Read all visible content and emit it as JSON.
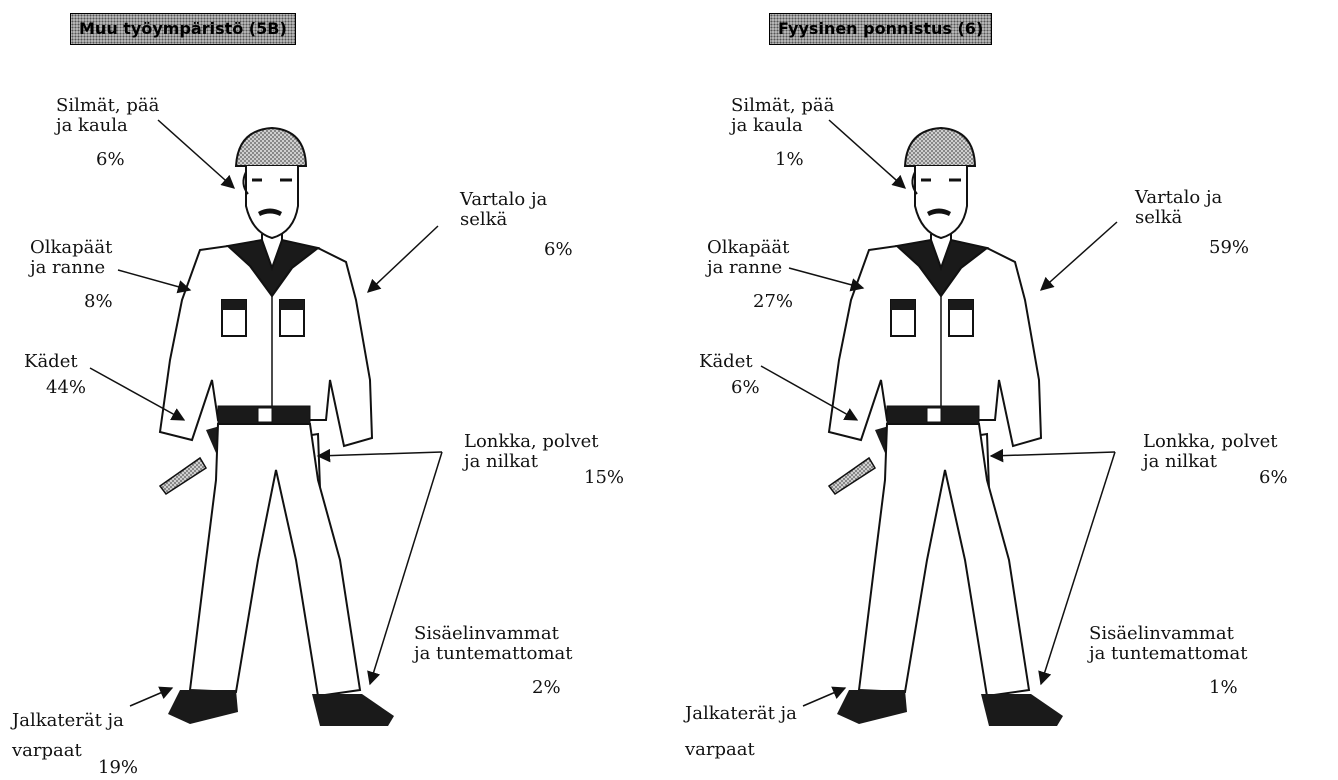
{
  "colors": {
    "fill_dark": "#1a1a1a",
    "hatch": "#9a9a9a",
    "title_bg": "#bdbdbd"
  },
  "panels": [
    {
      "title": "Muu työympäristö (5B)",
      "labels": {
        "silmat": [
          "Silmät, pää",
          "ja kaula"
        ],
        "silmat_pct": "6%",
        "vartalo": [
          "Vartalo ja",
          "selkä"
        ],
        "vartalo_pct": "6%",
        "olkapaat": [
          "Olkapäät",
          "ja ranne"
        ],
        "olkapaat_pct": "8%",
        "kadet": "Kädet",
        "kadet_pct": "44%",
        "lonkka": [
          "Lonkka, polvet",
          "ja nilkat"
        ],
        "lonkka_pct": "15%",
        "sisa": [
          "Sisäelinvammat",
          "ja tuntemattomat"
        ],
        "sisa_pct": "2%",
        "jalka": [
          "Jalkaterät ja",
          "varpaat"
        ],
        "jalka_pct": "19%"
      }
    },
    {
      "title": "Fyysinen ponnistus (6)",
      "labels": {
        "silmat": [
          "Silmät, pää",
          "ja kaula"
        ],
        "silmat_pct": "1%",
        "vartalo": [
          "Vartalo ja",
          "selkä"
        ],
        "vartalo_pct": "59%",
        "olkapaat": [
          "Olkapäät",
          "ja ranne"
        ],
        "olkapaat_pct": "27%",
        "kadet": "Kädet",
        "kadet_pct": "6%",
        "lonkka": [
          "Lonkka, polvet",
          "ja nilkat"
        ],
        "lonkka_pct": "6%",
        "sisa": [
          "Sisäelinvammat",
          "ja tuntemattomat"
        ],
        "sisa_pct": "1%",
        "jalka": [
          "Jalkaterät ja",
          "varpaat"
        ],
        "jalka_pct": ""
      }
    }
  ]
}
